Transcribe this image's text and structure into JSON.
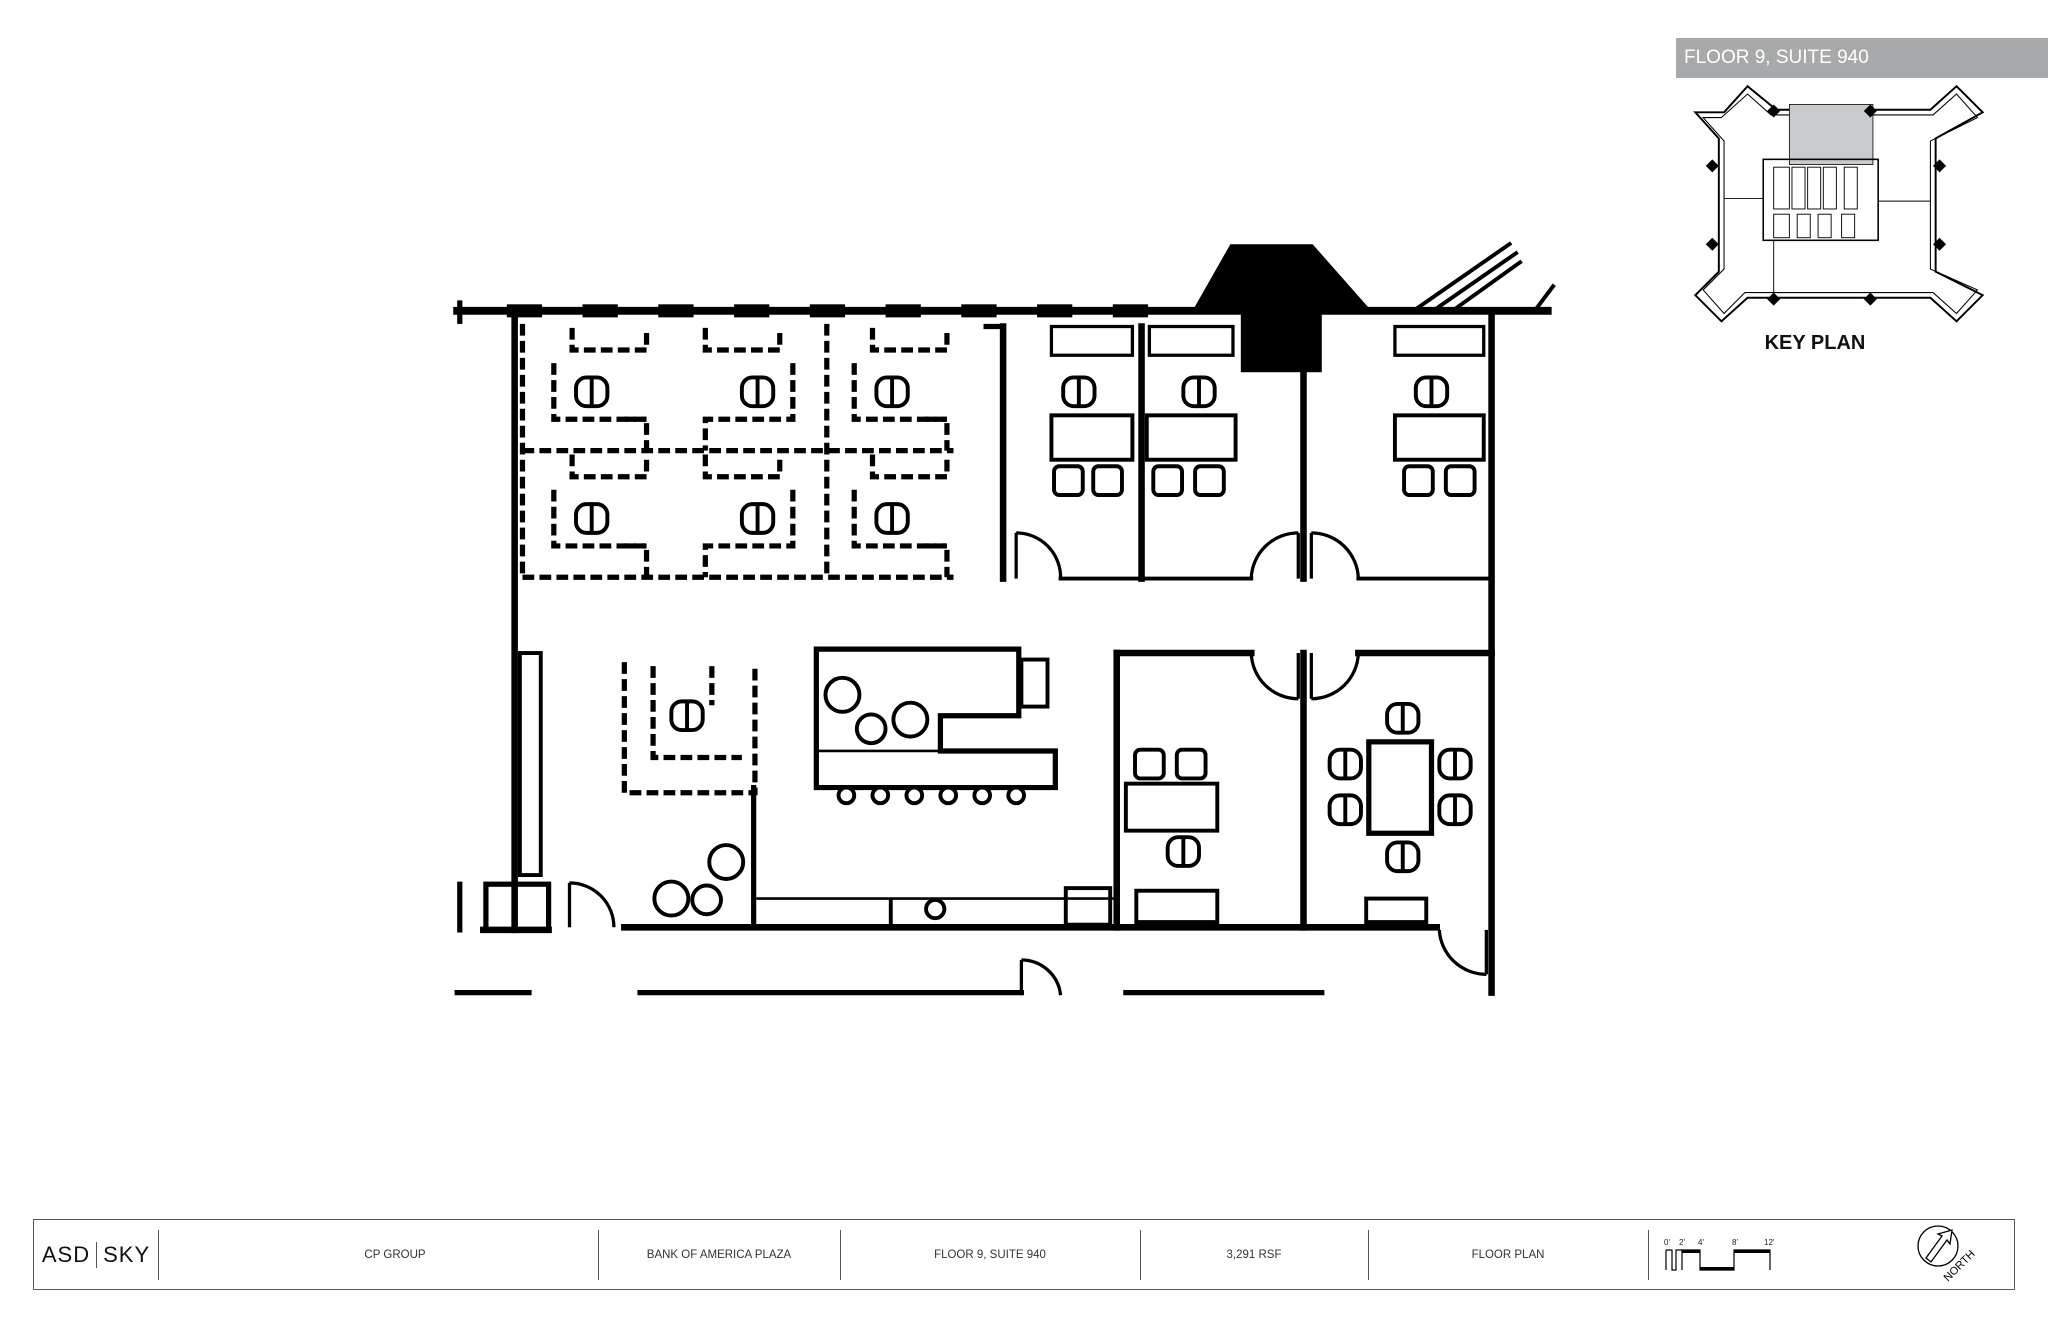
{
  "header": {
    "title": "FLOOR 9, SUITE 940"
  },
  "key_plan": {
    "label": "KEY PLAN"
  },
  "title_block": {
    "logo_left": "ASD",
    "logo_right": "SKY",
    "client": "CP GROUP",
    "building": "BANK OF AMERICA PLAZA",
    "suite": "FLOOR 9, SUITE 940",
    "area": "3,291  RSF",
    "sheet": "FLOOR PLAN",
    "scale_ticks": [
      "0'",
      "2'",
      "4'",
      "8'",
      "12'"
    ],
    "north_label": "NORTH"
  },
  "colors": {
    "header_bg": "#a8a9ab",
    "ink": "#000000",
    "key_highlight": "#c9cacc"
  }
}
